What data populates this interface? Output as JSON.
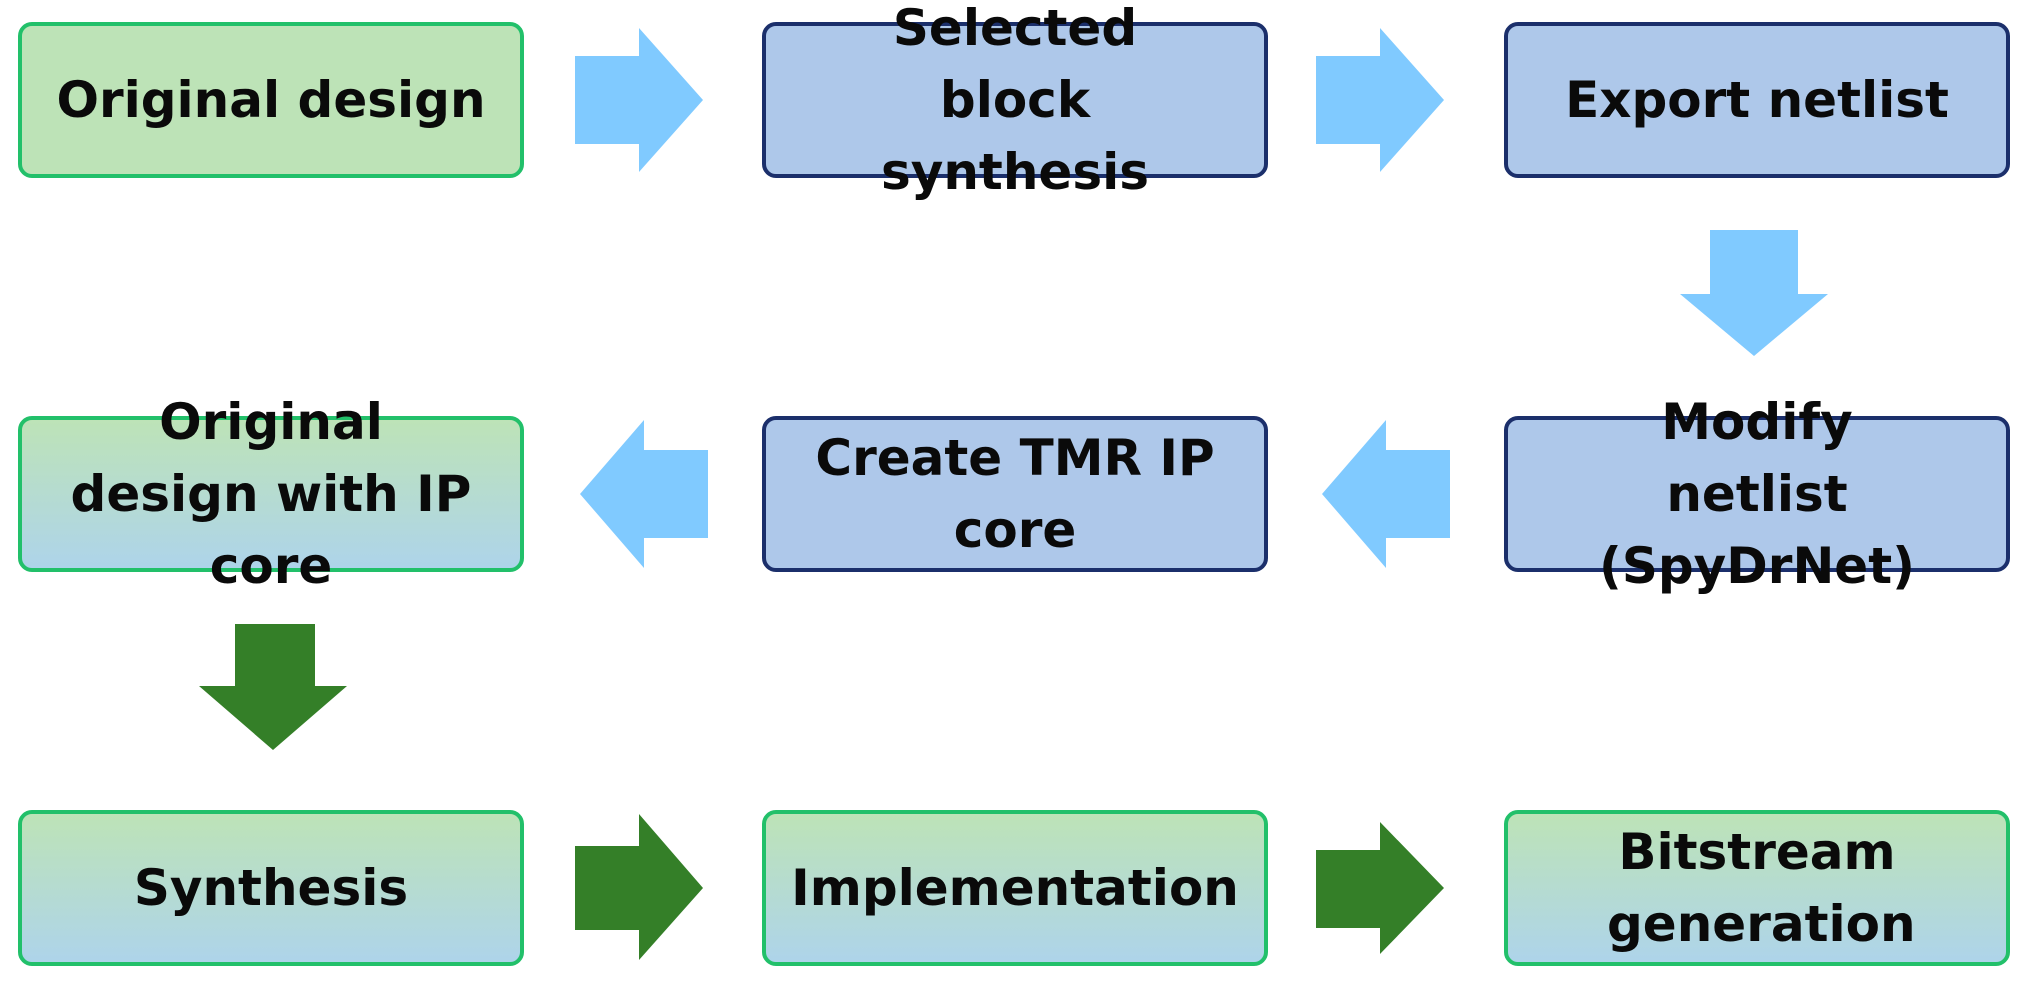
{
  "colors": {
    "light_green": "#bde3b7",
    "green_border": "#22c06a",
    "light_blue": "#aec8ea",
    "navy_border": "#1b2f6b",
    "arrow_light_blue": "#80caff",
    "arrow_dark_green": "#347f28"
  },
  "nodes": {
    "original_design": "Original design",
    "selected_block_synthesis": "Selected block synthesis",
    "export_netlist": "Export netlist",
    "modify_netlist": "Modify netlist (SpyDrNet)",
    "create_tmr_ip_core": "Create TMR IP core",
    "original_design_with_ip_core": "Original design with IP core",
    "synthesis": "Synthesis",
    "implementation": "Implementation",
    "bitstream_generation": "Bitstream generation"
  },
  "edges": [
    {
      "from": "Original design",
      "to": "Selected block synthesis"
    },
    {
      "from": "Selected block synthesis",
      "to": "Export netlist"
    },
    {
      "from": "Export netlist",
      "to": "Modify netlist (SpyDrNet)"
    },
    {
      "from": "Modify netlist (SpyDrNet)",
      "to": "Create TMR IP core"
    },
    {
      "from": "Create TMR IP core",
      "to": "Original design with IP core"
    },
    {
      "from": "Original design with IP core",
      "to": "Synthesis"
    },
    {
      "from": "Synthesis",
      "to": "Implementation"
    },
    {
      "from": "Implementation",
      "to": "Bitstream generation"
    }
  ]
}
